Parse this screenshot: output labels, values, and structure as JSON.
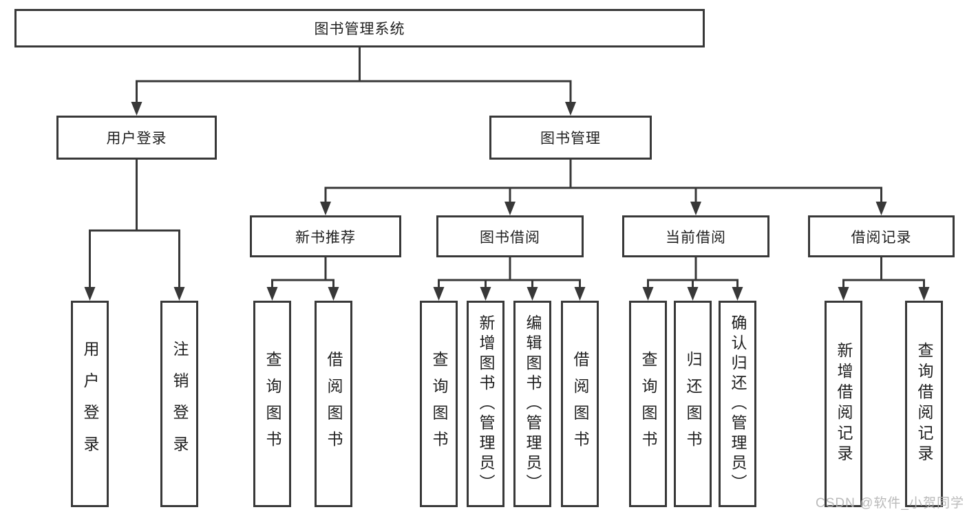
{
  "diagram": {
    "root": {
      "label": "图书管理系统"
    },
    "user_login": {
      "label": "用户登录",
      "children": [
        "用户登录",
        "注销登录"
      ]
    },
    "book_management": {
      "label": "图书管理",
      "groups": [
        {
          "label": "新书推荐",
          "children": [
            "查询图书",
            "借阅图书"
          ]
        },
        {
          "label": "图书借阅",
          "children": [
            "查询图书",
            "新增图书（管理员）",
            "编辑图书（管理员）",
            "借阅图书"
          ]
        },
        {
          "label": "当前借阅",
          "children": [
            "查询图书",
            "归还图书",
            "确认归还（管理员）"
          ]
        },
        {
          "label": "借阅记录",
          "children": [
            "新增借阅记录",
            "查询借阅记录"
          ]
        }
      ]
    },
    "colors": {
      "line": "#383838",
      "box_border": "#383838",
      "text": "#1f1f1f",
      "watermark": "#b3b3b3",
      "background": "#ffffff"
    },
    "watermark": "CSDN @软件_小贺同学"
  }
}
